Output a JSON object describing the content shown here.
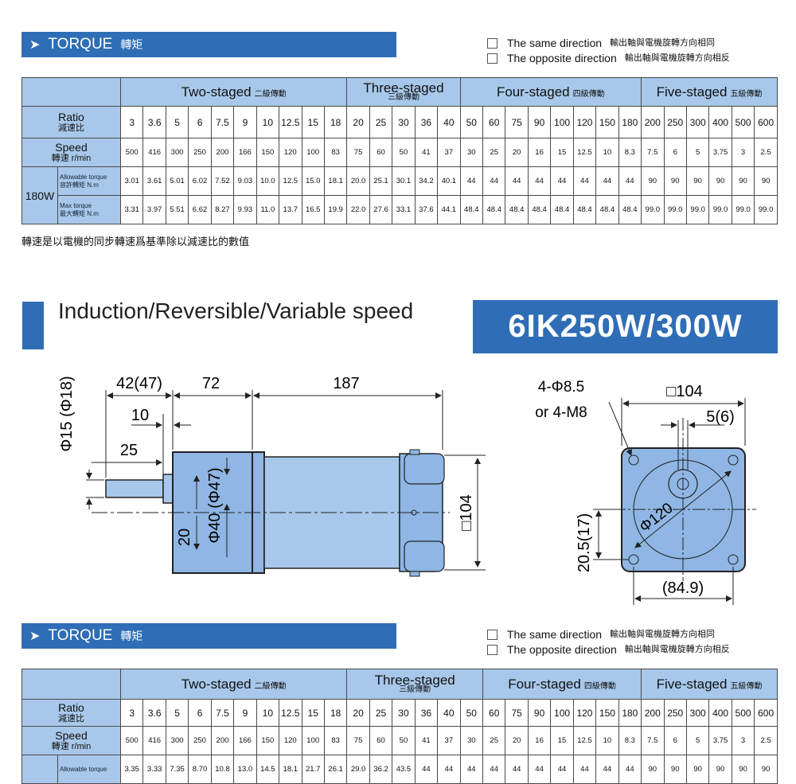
{
  "torque": {
    "title": "TORQUE",
    "title_cn": "轉矩"
  },
  "direction": {
    "same": "The same direction",
    "same_cn": "輸出軸與電機旋轉方向相同",
    "opposite": "The opposite direction",
    "opposite_cn": "輸出軸與電機旋轉方向相反"
  },
  "stages": {
    "two": "Two-staged",
    "two_cn": "二級傳動",
    "three": "Three-staged",
    "three_cn": "三級傳動",
    "four": "Four-staged",
    "four_cn": "四級傳動",
    "five": "Five-staged",
    "five_cn": "五級傳動"
  },
  "labels": {
    "ratio": "Ratio",
    "ratio_cn": "減速比",
    "speed": "Speed",
    "speed_cn": "轉速",
    "speed_unit": "r/min",
    "allow": "Allowable torque",
    "allow_cn": "容許轉矩",
    "max": "Max torque",
    "max_cn": "最大轉矩",
    "nm": "N.m",
    "power": "180W"
  },
  "table": {
    "ratios": [
      "3",
      "3.6",
      "5",
      "6",
      "7.5",
      "9",
      "10",
      "12.5",
      "15",
      "18",
      "20",
      "25",
      "30",
      "36",
      "40",
      "50",
      "60",
      "75",
      "90",
      "100",
      "120",
      "150",
      "180",
      "200",
      "250",
      "300",
      "400",
      "500",
      "600"
    ],
    "speeds": [
      "500",
      "416",
      "300",
      "250",
      "200",
      "166",
      "150",
      "120",
      "100",
      "83",
      "75",
      "60",
      "50",
      "41",
      "37",
      "30",
      "25",
      "20",
      "16",
      "15",
      "12.5",
      "10",
      "8.3",
      "7.5",
      "6",
      "5",
      "3.75",
      "3",
      "2.5"
    ],
    "allowable": [
      "3.01",
      "3.61",
      "5.01",
      "6.02",
      "7.52",
      "9.03",
      "10.0",
      "12.5",
      "15.0",
      "18.1",
      "20.0",
      "25.1",
      "30.1",
      "34.2",
      "40.1",
      "44",
      "44",
      "44",
      "44",
      "44",
      "44",
      "44",
      "44",
      "90",
      "90",
      "90",
      "90",
      "90",
      "90"
    ],
    "max": [
      "3.31",
      "3.97",
      "5.51",
      "6.62",
      "8.27",
      "9.93",
      "11.0",
      "13.7",
      "16.5",
      "19.9",
      "22.0",
      "27.6",
      "33.1",
      "37.6",
      "44.1",
      "48.4",
      "48.4",
      "48.4",
      "48.4",
      "48.4",
      "48.4",
      "48.4",
      "48.4",
      "99.0",
      "99.0",
      "99.0",
      "99.0",
      "99.0",
      "99.0"
    ],
    "allowable2": [
      "3.35",
      "3.33",
      "7.35",
      "8.70",
      "10.8",
      "13.0",
      "14.5",
      "18.1",
      "21.7",
      "26.1",
      "29.0",
      "36.2",
      "43.5",
      "44",
      "44",
      "44",
      "44",
      "44",
      "44",
      "44",
      "44",
      "44",
      "44",
      "90",
      "90",
      "90",
      "90",
      "90",
      "90"
    ]
  },
  "note": "轉速是以電機的同步轉速爲基準除以減速比的數值",
  "section": {
    "title": "Induction/Reversible/Variable speed",
    "model": "6IK250W/300W"
  },
  "dims": {
    "shaft_dia": "Φ15 (Φ18)",
    "d42": "42(47)",
    "d72": "72",
    "d187": "187",
    "d10": "10",
    "d25": "25",
    "d20": "20",
    "d40": "Φ40 (Φ47)",
    "d104": "□104",
    "holes": "4-Φ8.5",
    "holes_alt": "or 4-M8",
    "sq104": "□104",
    "d5": "5(6)",
    "d120": "Φ120",
    "d205": "20.5(17)",
    "d849": "(84.9)"
  }
}
